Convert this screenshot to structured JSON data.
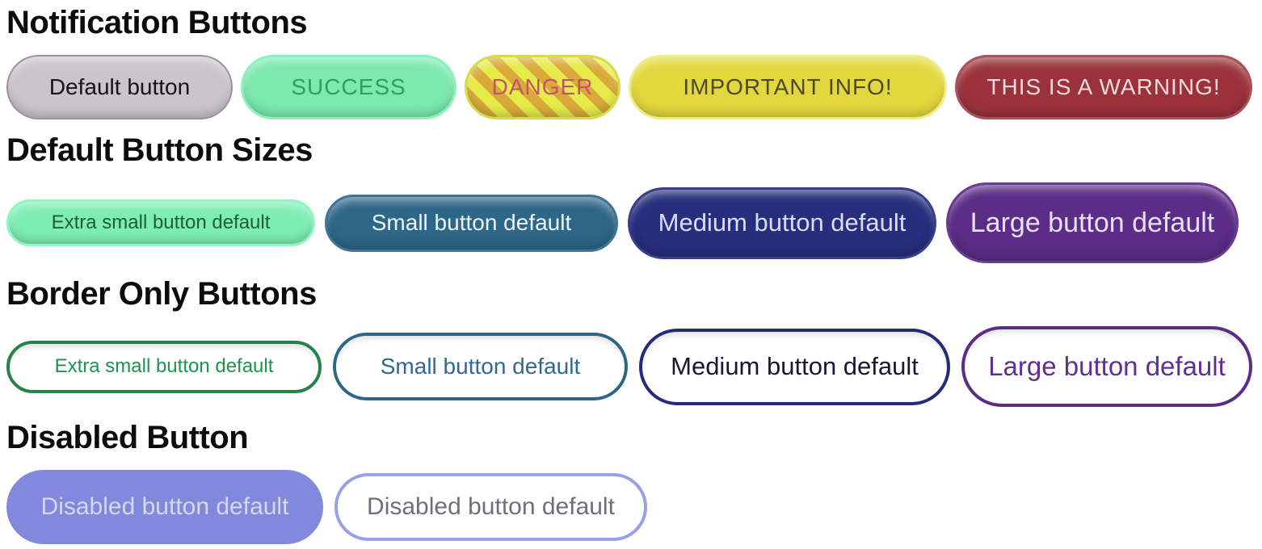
{
  "page": {
    "background": "#ffffff"
  },
  "sections": [
    {
      "title": "Notification Buttons",
      "buttons": [
        {
          "label": "Default button",
          "colors": {
            "bg": "#cbc5ca",
            "border": "#9b939b",
            "text": "#17131a"
          }
        },
        {
          "label": "SUCCESS",
          "colors": {
            "bg": "#7ce9ad",
            "border": "#8bf2bc",
            "text": "#309e60"
          }
        },
        {
          "label": "DANGER",
          "colors": {
            "stripe1": "#e6eb4a",
            "stripe2": "#d9aa3a",
            "border": "#d6dc47",
            "text": "#c7506d"
          }
        },
        {
          "label": "IMPORTANT INFO!",
          "colors": {
            "bg": "#e2d73c",
            "border": "#ebee86",
            "text": "#4b4a28"
          }
        },
        {
          "label": "THIS IS A WARNING!",
          "colors": {
            "bg": "#9b323b",
            "border": "#aa525b",
            "text": "#f3dade"
          }
        }
      ]
    },
    {
      "title": "Default Button Sizes",
      "buttons": [
        {
          "label": "Extra small button default",
          "colors": {
            "bg": "#7deeb3",
            "border": "#92f5c5",
            "text": "#1e5c3a"
          }
        },
        {
          "label": "Small button default",
          "colors": {
            "bg": "#2e6687",
            "border": "#3f7694",
            "text": "#edf3f6"
          }
        },
        {
          "label": "Medium button default",
          "colors": {
            "bg": "#262e7d",
            "border": "#383e89",
            "text": "#dbdcf4"
          }
        },
        {
          "label": "Large button default",
          "colors": {
            "bg": "#5b2d86",
            "border": "#693b94",
            "text": "#e7dff2"
          }
        }
      ]
    },
    {
      "title": "Border Only Buttons",
      "buttons": [
        {
          "label": "Extra small button default",
          "colors": {
            "bg": "#ffffff",
            "border": "#26814a",
            "text": "#219150"
          }
        },
        {
          "label": "Small button default",
          "colors": {
            "bg": "#ffffff",
            "border": "#2e6687",
            "text": "#34698c"
          }
        },
        {
          "label": "Medium button default",
          "colors": {
            "bg": "#ffffff",
            "border": "#242b78",
            "text": "#181931"
          }
        },
        {
          "label": "Large button default",
          "colors": {
            "bg": "#ffffff",
            "border": "#5b2d87",
            "text": "#5e3090"
          }
        }
      ]
    },
    {
      "title": "Disabled Button",
      "buttons": [
        {
          "label": "Disabled button default",
          "disabled": true,
          "colors": {
            "bg": "#8289dc",
            "border": "#8289dc",
            "text": "#d6d8ea"
          }
        },
        {
          "label": "Disabled button default",
          "disabled": true,
          "colors": {
            "bg": "#ffffff",
            "border": "#98a0e8",
            "text": "#6b707c"
          }
        }
      ]
    }
  ]
}
